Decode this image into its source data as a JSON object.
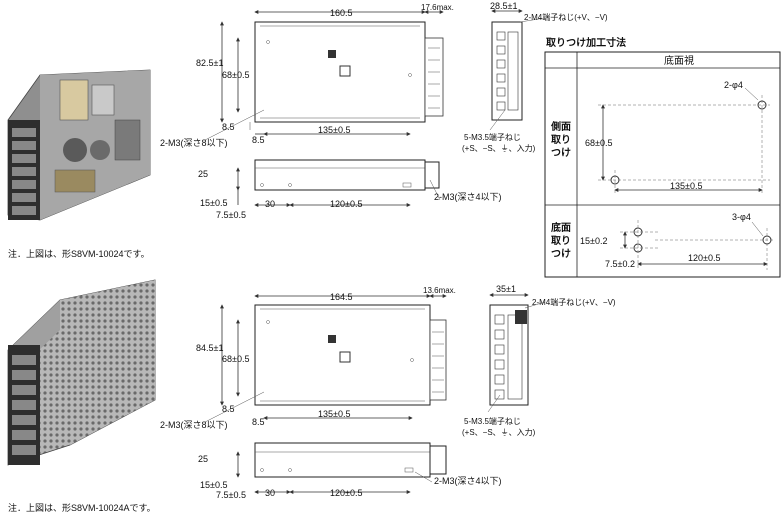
{
  "product_a": {
    "dim_width": "160.5",
    "dim_protrude": "17.6max.",
    "dim_height": "82.5±1",
    "dim_mount_v": "68±0.5",
    "dim_margin_v": "8.5",
    "dim_margin_h": "8.5",
    "dim_mount_h": "135±0.5",
    "dim_depth": "28.5±1",
    "m4_label": "2-M4端子ねじ(+V、−V)",
    "m3_side_label": "2-M3(深さ8以下)",
    "m35_label_1": "5-M3.5端子ねじ",
    "m35_label_2": "(+S、−S、⏚、入力)",
    "dim_side_h": "25",
    "dim_bot_15": "15±0.5",
    "dim_bot_30": "30",
    "dim_bot_120": "120±0.5",
    "dim_bot_75": "7.5±0.5",
    "m3_bot_label": "2-M3(深さ4以下)",
    "note": "注．上図は、形S8VM-10024です。"
  },
  "product_b": {
    "dim_width": "164.5",
    "dim_protrude": "13.6max.",
    "dim_height": "84.5±1",
    "dim_mount_v": "68±0.5",
    "dim_margin_v": "8.5",
    "dim_margin_h": "8.5",
    "dim_mount_h": "135±0.5",
    "dim_depth": "35±1",
    "m4_label": "2-M4端子ねじ(+V、−V)",
    "m3_side_label": "2-M3(深さ8以下)",
    "m35_label_1": "5-M3.5端子ねじ",
    "m35_label_2": "(+S、−S、⏚、入力)",
    "dim_side_h": "25",
    "dim_bot_15": "15±0.5",
    "dim_bot_30": "30",
    "dim_bot_120": "120±0.5",
    "dim_bot_75": "7.5±0.5",
    "m3_bot_label": "2-M3(深さ4以下)",
    "note": "注．上図は、形S8VM-10024Aです。"
  },
  "mounting_table": {
    "title": "取りつけ加工寸法",
    "header": "底面視",
    "side_row_label": [
      "側面",
      "取り",
      "つけ"
    ],
    "side_hole": "2-φ4",
    "side_dim_v": "68±0.5",
    "side_dim_h": "135±0.5",
    "bottom_row_label": [
      "底面",
      "取り",
      "つけ"
    ],
    "bottom_hole": "3-φ4",
    "bottom_dim_15": "15±0.2",
    "bottom_dim_75": "7.5±0.2",
    "bottom_dim_120": "120±0.5"
  },
  "colors": {
    "line": "#333333",
    "photo_dark": "#2e2e2e",
    "photo_metal": "#9a9a9a"
  }
}
